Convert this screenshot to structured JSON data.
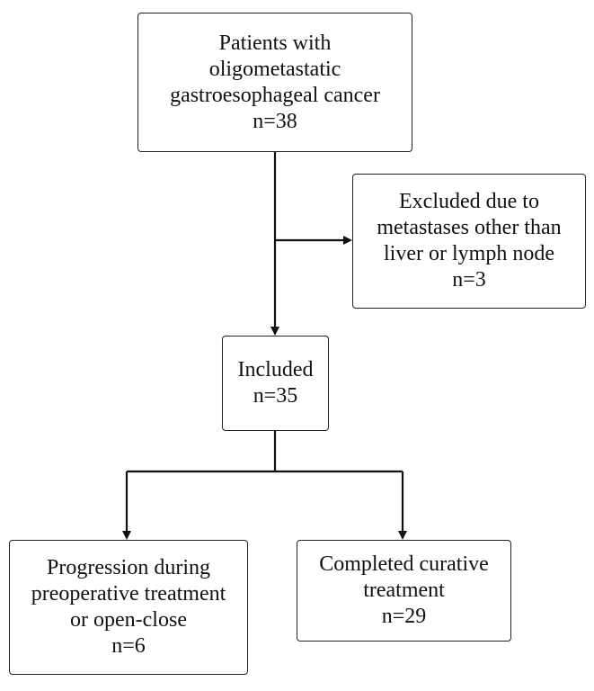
{
  "diagram": {
    "patients": {
      "lines": [
        "Patients with",
        "oligometastatic",
        "gastroesophageal cancer",
        "n=38"
      ]
    },
    "excluded": {
      "lines": [
        "Excluded due to",
        "metastases other than",
        "liver or lymph node",
        "n=3"
      ]
    },
    "included": {
      "lines": [
        "Included",
        "n=35"
      ]
    },
    "progression": {
      "lines": [
        "Progression during",
        "preoperative treatment",
        "or open-close",
        "n=6"
      ]
    },
    "completed": {
      "lines": [
        "Completed curative",
        "treatment",
        "n=29"
      ]
    }
  }
}
